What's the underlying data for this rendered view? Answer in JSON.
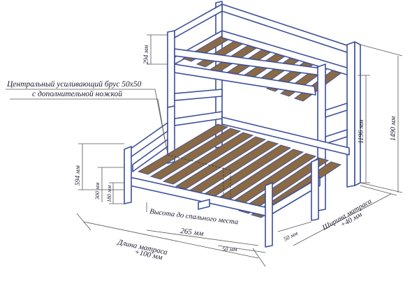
{
  "diagram": {
    "callout": {
      "line1": "Центральный усиливающий брус 50х50",
      "line2": "с дополнительной ножкой"
    },
    "dimensions": {
      "upper_rail": "294 мм",
      "lower_side": "594 мм",
      "low_300": "300 мм",
      "low_180": "180 мм",
      "upper_height": "1196 мм",
      "total_height": "1490 мм",
      "sleep_height_label": "Высота до спального места",
      "sleep_height_value": "265 мм",
      "leg_50_front": "50 мм",
      "leg_50_side": "50 мм",
      "length_label": "Длина матраса",
      "length_value": "+100 мм",
      "width_label": "Ширина матраса",
      "width_value": "+40 мм"
    },
    "colors": {
      "frame_stroke": "#3c4f9a",
      "slat_fill": "#8a6a45"
    }
  }
}
